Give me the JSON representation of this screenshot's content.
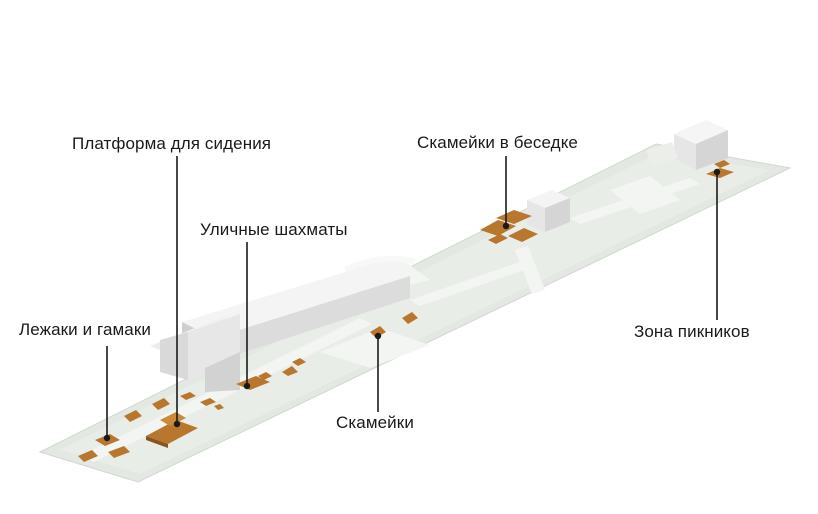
{
  "diagram": {
    "labels": {
      "platform": "Платформа для сидения",
      "gazebo_benches": "Скамейки в беседке",
      "street_chess": "Уличные шахматы",
      "loungers": "Лежаки и гамаки",
      "picnic": "Зона пикников",
      "benches": "Скамейки"
    },
    "colors": {
      "background": "#ffffff",
      "path_light": "#e8ece7",
      "path_edge": "#d4d8d3",
      "building_top": "#f4f4f4",
      "building_side": "#e4e4e4",
      "building_front": "#d2d2d2",
      "furniture": "#b9772e",
      "furniture_dark": "#8a5420",
      "leader_line": "#1a1a1a"
    }
  }
}
